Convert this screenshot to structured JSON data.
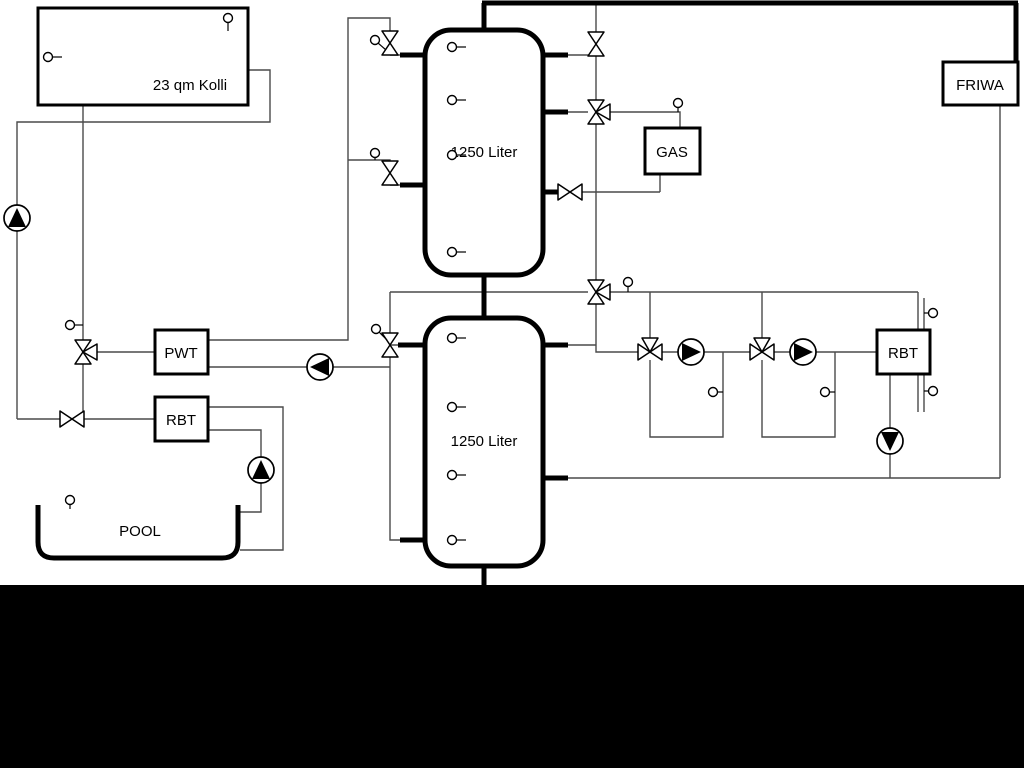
{
  "diagram": {
    "collector": {
      "label": "23 qm Kolli"
    },
    "buffer_tank_top": {
      "label": "1250 Liter"
    },
    "buffer_tank_bottom": {
      "label": "1250 Liter"
    },
    "gas_boiler": {
      "label": "GAS"
    },
    "friwa_station": {
      "label": "FRIWA"
    },
    "heat_exchanger_pwt": {
      "label": "PWT"
    },
    "heat_exchanger_rbt_solar": {
      "label": "RBT"
    },
    "heat_exchanger_rbt_right": {
      "label": "RBT"
    },
    "pool": {
      "label": "POOL"
    },
    "colors": {
      "pipe": "#4a4a4a",
      "outline": "#000000",
      "background": "#ffffff",
      "bottom_bar": "#000000"
    }
  }
}
